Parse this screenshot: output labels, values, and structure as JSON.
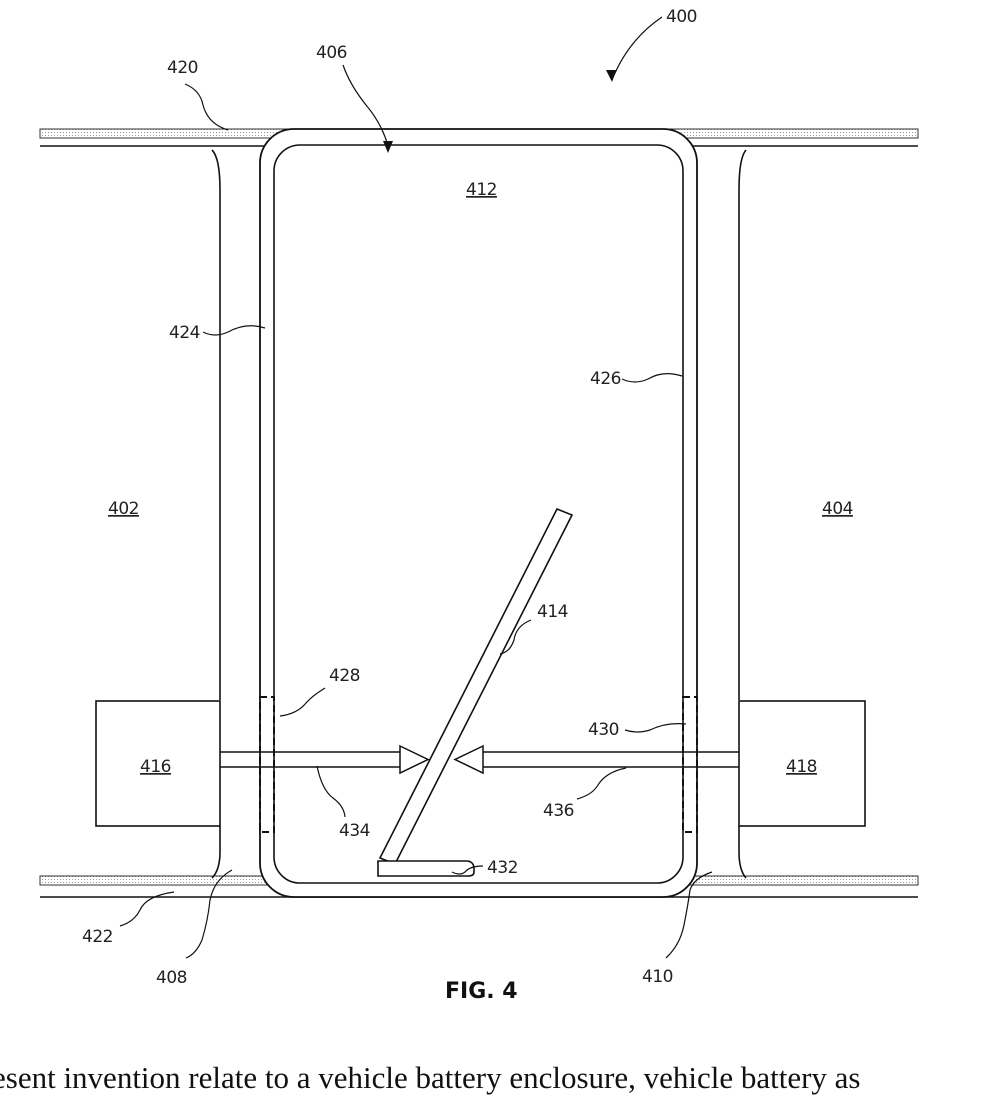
{
  "figure": {
    "caption": "FIG. 4",
    "refs": {
      "r400": "400",
      "r402": "402",
      "r404": "404",
      "r406": "406",
      "r408": "408",
      "r410": "410",
      "r412": "412",
      "r414": "414",
      "r416": "416",
      "r418": "418",
      "r420": "420",
      "r422": "422",
      "r424": "424",
      "r426": "426",
      "r428": "428",
      "r430": "430",
      "r432": "432",
      "r434": "434",
      "r436": "436"
    }
  },
  "bottom_text": "esent invention relate to a vehicle battery enclosure, vehicle battery as"
}
